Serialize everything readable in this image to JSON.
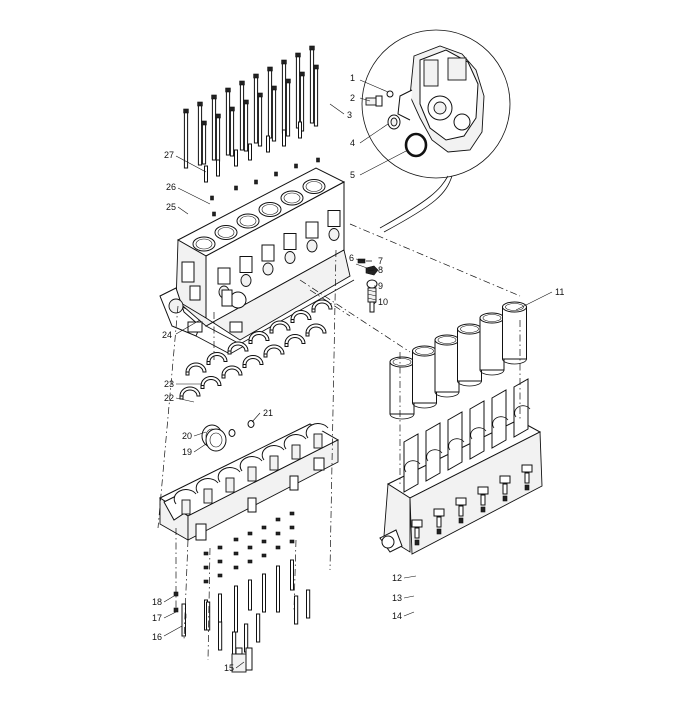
{
  "diagram": {
    "callouts": [
      {
        "num": "1"
      },
      {
        "num": "2"
      },
      {
        "num": "3"
      },
      {
        "num": "4"
      },
      {
        "num": "5"
      },
      {
        "num": "6"
      },
      {
        "num": "7"
      },
      {
        "num": "8"
      },
      {
        "num": "9"
      },
      {
        "num": "10"
      },
      {
        "num": "11"
      },
      {
        "num": "12"
      },
      {
        "num": "13"
      },
      {
        "num": "14"
      },
      {
        "num": "15"
      },
      {
        "num": "16"
      },
      {
        "num": "17"
      },
      {
        "num": "18"
      },
      {
        "num": "19"
      },
      {
        "num": "20"
      },
      {
        "num": "21"
      },
      {
        "num": "22"
      },
      {
        "num": "23"
      },
      {
        "num": "24"
      },
      {
        "num": "25"
      },
      {
        "num": "26"
      },
      {
        "num": "27"
      }
    ]
  }
}
